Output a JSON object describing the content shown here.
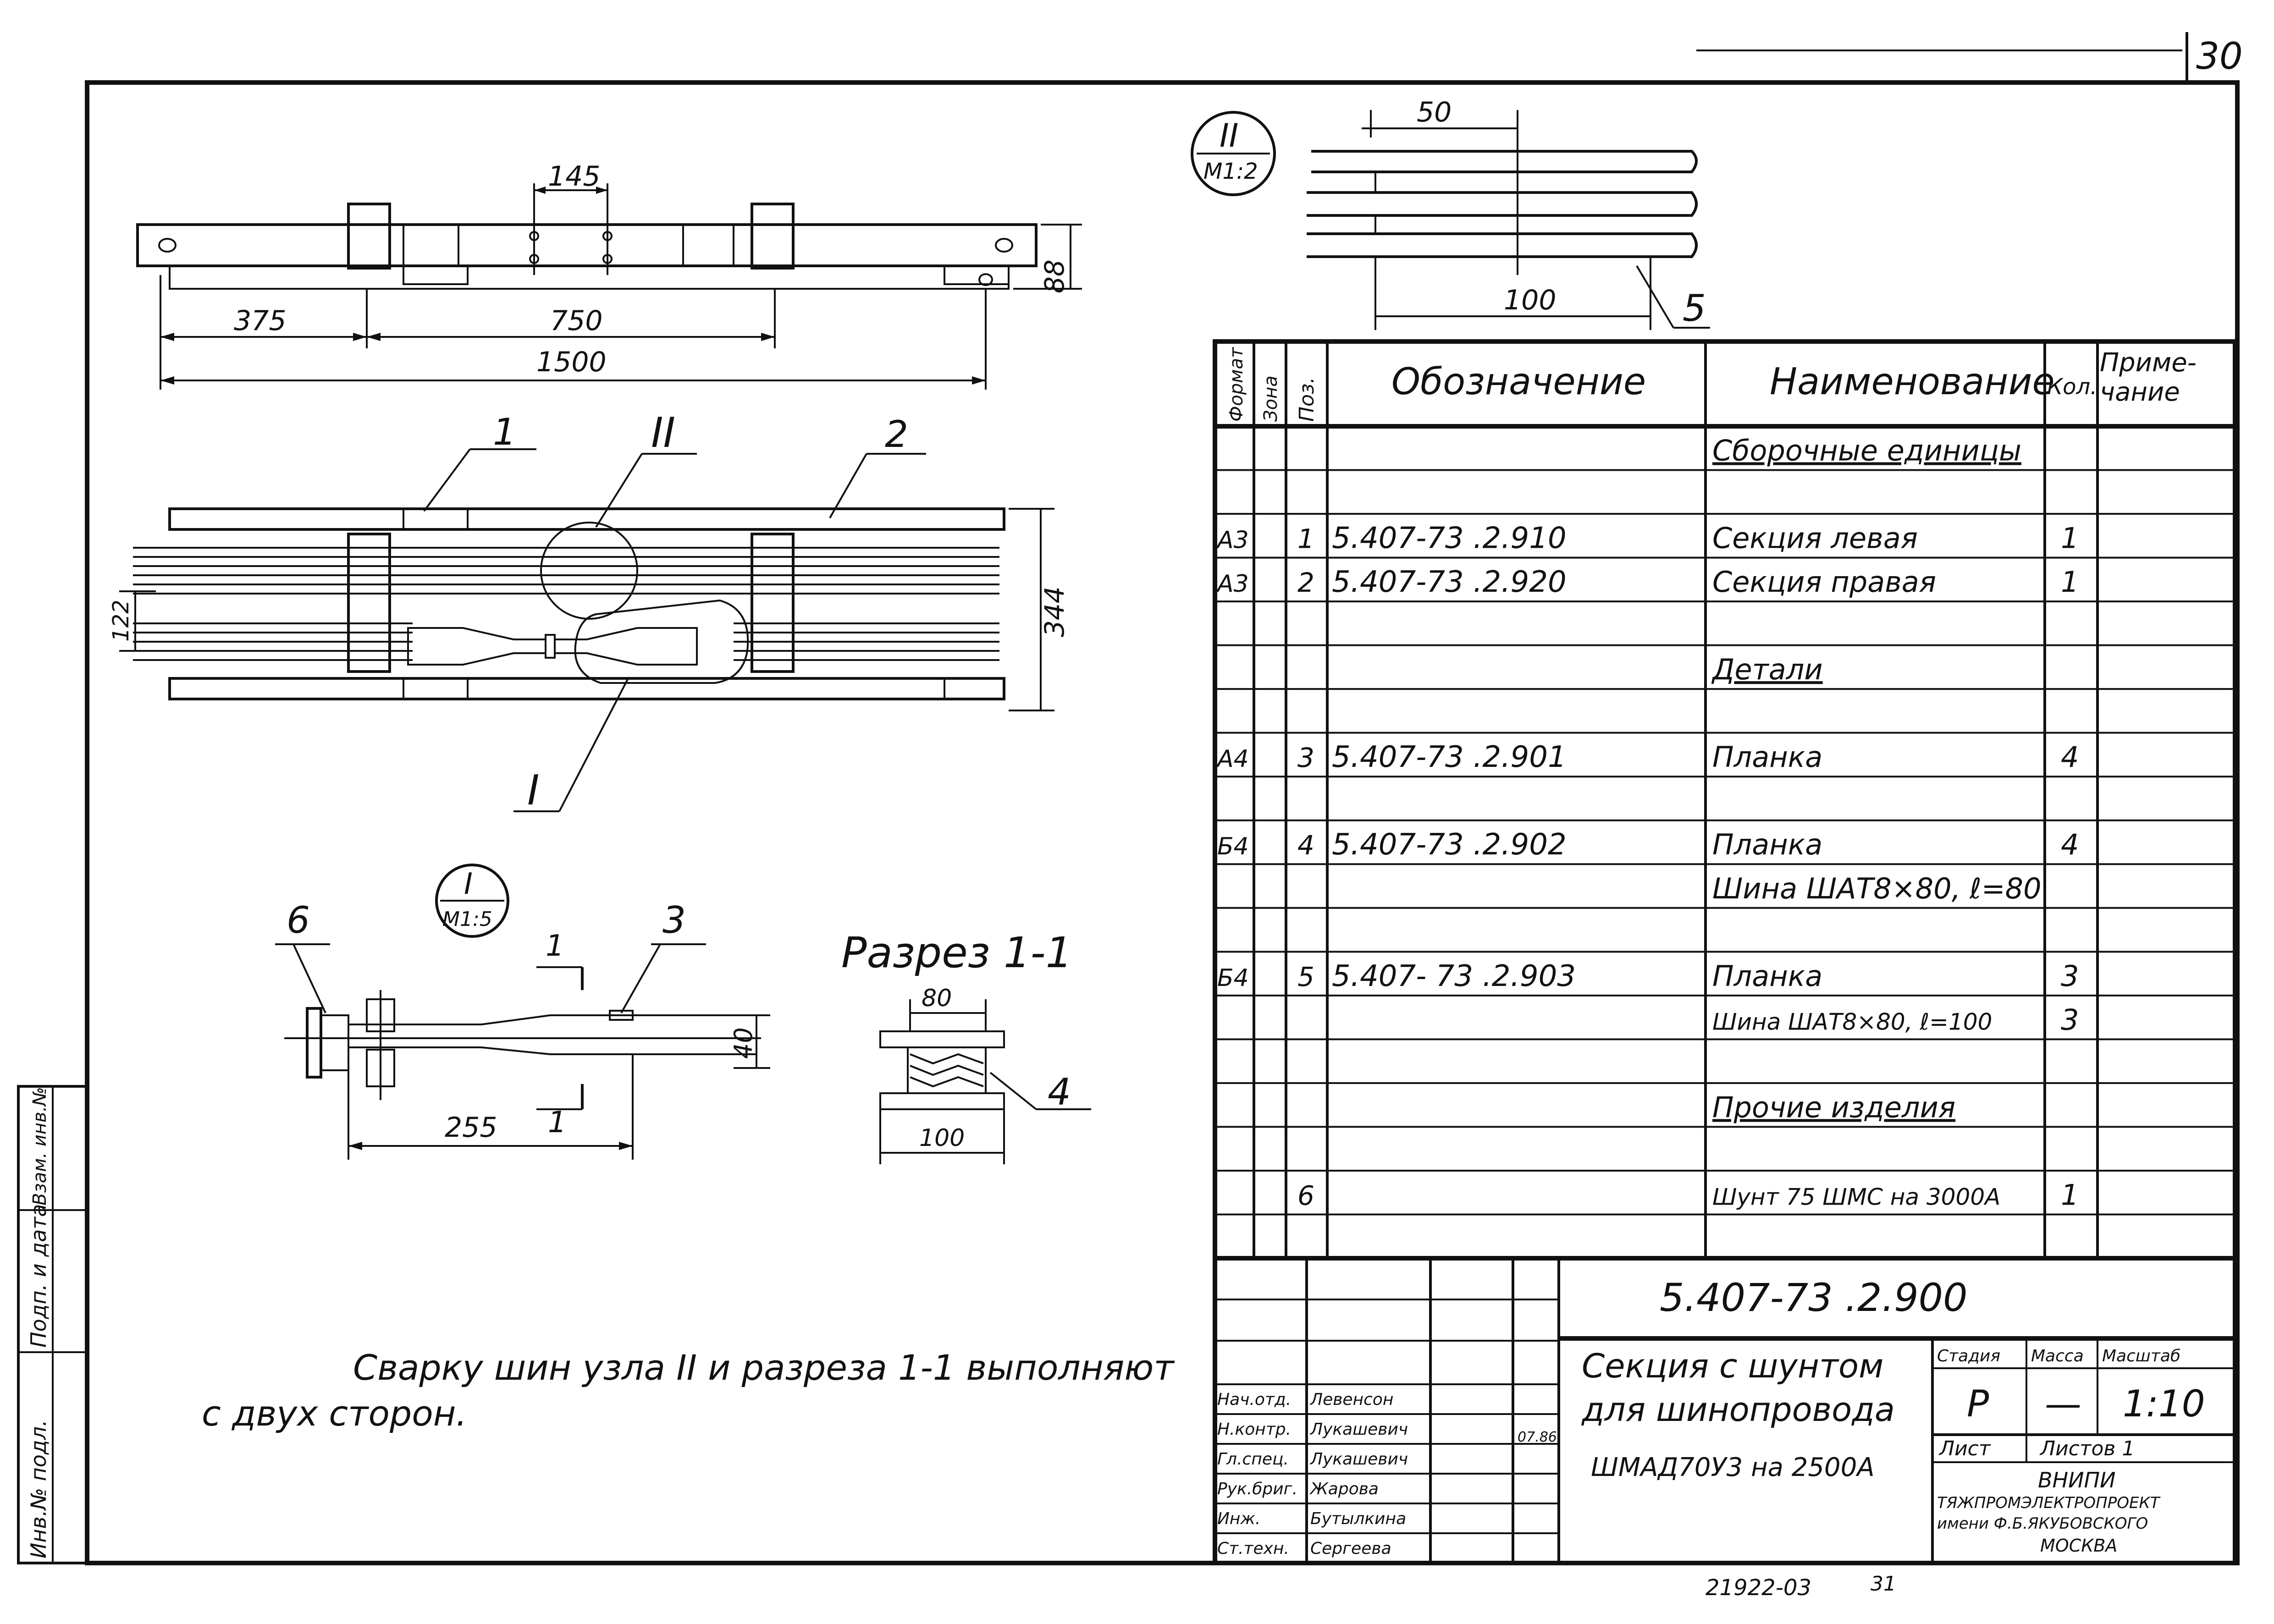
{
  "page_number": "30",
  "top_view": {
    "dim_145": "145",
    "dim_375": "375",
    "dim_750": "750",
    "dim_1500": "1500",
    "dim_88": "88"
  },
  "plan_view": {
    "callout_1": "1",
    "callout_2": "2",
    "callout_II": "II",
    "callout_I": "I",
    "dim_122": "122",
    "dim_344": "344"
  },
  "detail_I": {
    "label_num": "I",
    "label_scale": "M1:5",
    "callout_6": "6",
    "callout_3": "3",
    "section_mark_top": "1",
    "section_mark_bottom": "1",
    "dim_40": "40",
    "dim_255": "255"
  },
  "section_1_1": {
    "title": "Разрез 1-1",
    "dim_80": "80",
    "dim_100": "100",
    "callout_4": "4"
  },
  "detail_II": {
    "label_num": "II",
    "label_scale": "M1:2",
    "dim_50": "50",
    "dim_100": "100",
    "callout_5": "5"
  },
  "spec_table": {
    "headers": {
      "format": "Формат",
      "zone": "Зона",
      "pos": "Поз.",
      "designation": "Обозначение",
      "name": "Наименование",
      "qty": "Кол.",
      "note": "Приме-чание"
    },
    "rows": [
      {
        "format": "",
        "pos": "",
        "designation": "",
        "name": "Сборочные единицы",
        "qty": "",
        "underline": true
      },
      {
        "format": "",
        "pos": "",
        "designation": "",
        "name": "",
        "qty": ""
      },
      {
        "format": "А3",
        "pos": "1",
        "designation": "5.407-73 .2.910",
        "name": "Секция левая",
        "qty": "1"
      },
      {
        "format": "А3",
        "pos": "2",
        "designation": "5.407-73 .2.920",
        "name": "Секция правая",
        "qty": "1"
      },
      {
        "format": "",
        "pos": "",
        "designation": "",
        "name": "",
        "qty": ""
      },
      {
        "format": "",
        "pos": "",
        "designation": "",
        "name": "Детали",
        "qty": "",
        "underline": true
      },
      {
        "format": "",
        "pos": "",
        "designation": "",
        "name": "",
        "qty": ""
      },
      {
        "format": "А4",
        "pos": "3",
        "designation": "5.407-73 .2.901",
        "name": "Планка",
        "qty": "4"
      },
      {
        "format": "",
        "pos": "",
        "designation": "",
        "name": "",
        "qty": ""
      },
      {
        "format": "Б4",
        "pos": "4",
        "designation": "5.407-73 .2.902",
        "name": "Планка",
        "qty": "4"
      },
      {
        "format": "",
        "pos": "",
        "designation": "",
        "name": "Шина ШАТ8×80, ℓ=80",
        "qty": ""
      },
      {
        "format": "",
        "pos": "",
        "designation": "",
        "name": "",
        "qty": ""
      },
      {
        "format": "Б4",
        "pos": "5",
        "designation": "5.407- 73 .2.903",
        "name": "Планка",
        "qty": "3"
      },
      {
        "format": "",
        "pos": "",
        "designation": "",
        "name": "Шина ШАТ8×80, ℓ=100",
        "qty": "3"
      },
      {
        "format": "",
        "pos": "",
        "designation": "",
        "name": "",
        "qty": ""
      },
      {
        "format": "",
        "pos": "",
        "designation": "",
        "name": "Прочие изделия",
        "qty": "",
        "underline": true
      },
      {
        "format": "",
        "pos": "",
        "designation": "",
        "name": "",
        "qty": ""
      },
      {
        "format": "",
        "pos": "6",
        "designation": "",
        "name": "Шунт 75 ШМС на 3000А",
        "qty": "1"
      },
      {
        "format": "",
        "pos": "",
        "designation": "",
        "name": "",
        "qty": ""
      }
    ]
  },
  "title_block": {
    "document_code": "5.407-73 .2.900",
    "title_line1": "Секция с шунтом",
    "title_line2": "для шинопровода",
    "title_line3": "ШМАД70У3 на 2500А",
    "stage_label": "Стадия",
    "mass_label": "Масса",
    "scale_label": "Масштаб",
    "stage_value": "Р",
    "mass_value": "—",
    "scale_value": "1:10",
    "sheet_label": "Лист",
    "sheets_label": "Листов 1",
    "org_line1": "ВНИПИ",
    "org_line2": "ТЯЖПРОМЭЛЕКТРОПРОЕКТ",
    "org_line3": "имени Ф.Б.ЯКУБОВСКОГО",
    "org_line4": "МОСКВА",
    "date": "07.86",
    "roles": [
      {
        "role": "Нач.отд.",
        "name": "Левенсон"
      },
      {
        "role": "Н.контр.",
        "name": "Лукашевич"
      },
      {
        "role": "Гл.спец.",
        "name": "Лукашевич"
      },
      {
        "role": "Рук.бриг.",
        "name": "Жарова"
      },
      {
        "role": "Инж.",
        "name": "Бутылкина"
      },
      {
        "role": "Ст.техн.",
        "name": "Сергеева"
      }
    ]
  },
  "notes": {
    "line1": "Сварку шин узла II и разреза 1-1 выполняют",
    "line2": "с двух сторон."
  },
  "side_stamp": {
    "cell1": "Инв.№ подл.",
    "cell2": "Подп. и дата",
    "cell3": "Взам. инв.№"
  },
  "footer": {
    "archive_number": "21922-03",
    "sheet_ref": "31"
  }
}
